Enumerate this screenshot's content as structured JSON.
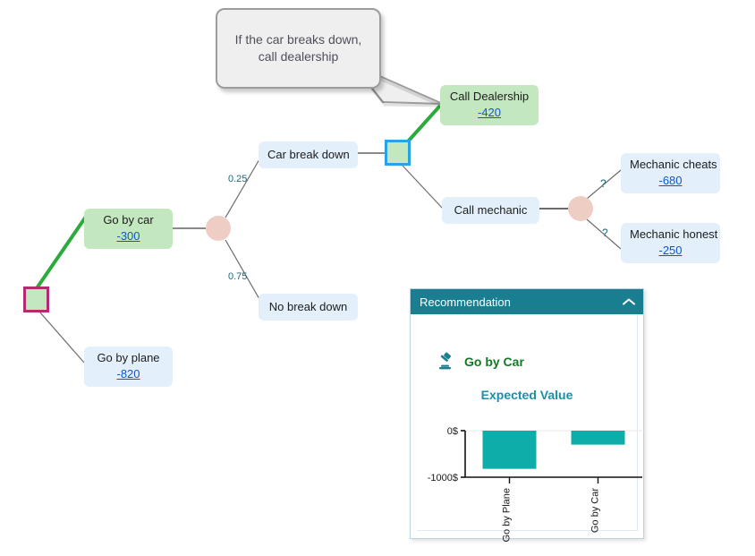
{
  "callout": {
    "name": "comment-callout",
    "text": "If the car breaks down, call dealership"
  },
  "tree": {
    "root": {
      "name": "root-decision-node",
      "type": "decision-square",
      "border_color": "#b42b72",
      "fill_color": "#c3e8c0"
    },
    "chance_node_1": {
      "name": "chance-node-break-down",
      "type": "chance-circle",
      "fill_color": "#eecdc4"
    },
    "chance_node_2": {
      "name": "chance-node-mechanic",
      "type": "chance-circle",
      "fill_color": "#eecdc4"
    },
    "decision_node_2": {
      "name": "decision-node-break-down",
      "type": "decision-square",
      "border_color": "#29a3e8",
      "fill_color": "#c3e8c0"
    },
    "nodes": [
      {
        "id": "go-by-car",
        "label": "Go by car",
        "value": "-300",
        "style": "green",
        "lines": 2
      },
      {
        "id": "go-by-plane",
        "label": "Go by plane",
        "value": "-820",
        "style": "blue",
        "lines": 2
      },
      {
        "id": "car-break-down",
        "label": "Car break down",
        "value": "",
        "style": "blue",
        "lines": 1
      },
      {
        "id": "no-break-down",
        "label": "No break down",
        "value": "",
        "style": "blue",
        "lines": 1
      },
      {
        "id": "call-dealership",
        "label": "Call Dealership",
        "value": "-420",
        "style": "green",
        "lines": 2
      },
      {
        "id": "call-mechanic",
        "label": "Call mechanic",
        "value": "",
        "style": "blue",
        "lines": 1
      },
      {
        "id": "mechanic-cheats",
        "label": "Mechanic cheats",
        "value": "-680",
        "style": "blue",
        "lines": 2
      },
      {
        "id": "mechanic-honest",
        "label": "Mechanic honest",
        "value": "-250",
        "style": "blue",
        "lines": 2
      }
    ],
    "edge_labels": [
      {
        "id": "prob-car-break-down",
        "text": "0.25"
      },
      {
        "id": "prob-no-break-down",
        "text": "0.75"
      },
      {
        "id": "prob-mechanic-cheats",
        "text": "?"
      },
      {
        "id": "prob-mechanic-honest",
        "text": "?"
      }
    ],
    "highlight_color": "#2caa3c"
  },
  "recommendation": {
    "header_title": "Recommendation",
    "header_color": "#1a7e91",
    "collapse_icon": "chevron-up-icon",
    "choice_icon": "gavel-icon",
    "choice_label": "Go by Car",
    "choice_color": "#117a23"
  },
  "chart_data": {
    "type": "bar",
    "title": "Expected Value",
    "categories": [
      "Go by Plane",
      "Go by Car"
    ],
    "values": [
      -820,
      -300
    ],
    "xlabel": "",
    "ylabel": "",
    "ylim": [
      -1000,
      0
    ],
    "ytick_labels": [
      "0$",
      "-1000$"
    ],
    "ytick_values": [
      0,
      -1000
    ],
    "bar_color": "#0fada9",
    "grid": false,
    "legend": false,
    "tick_label_rotation": 90
  }
}
